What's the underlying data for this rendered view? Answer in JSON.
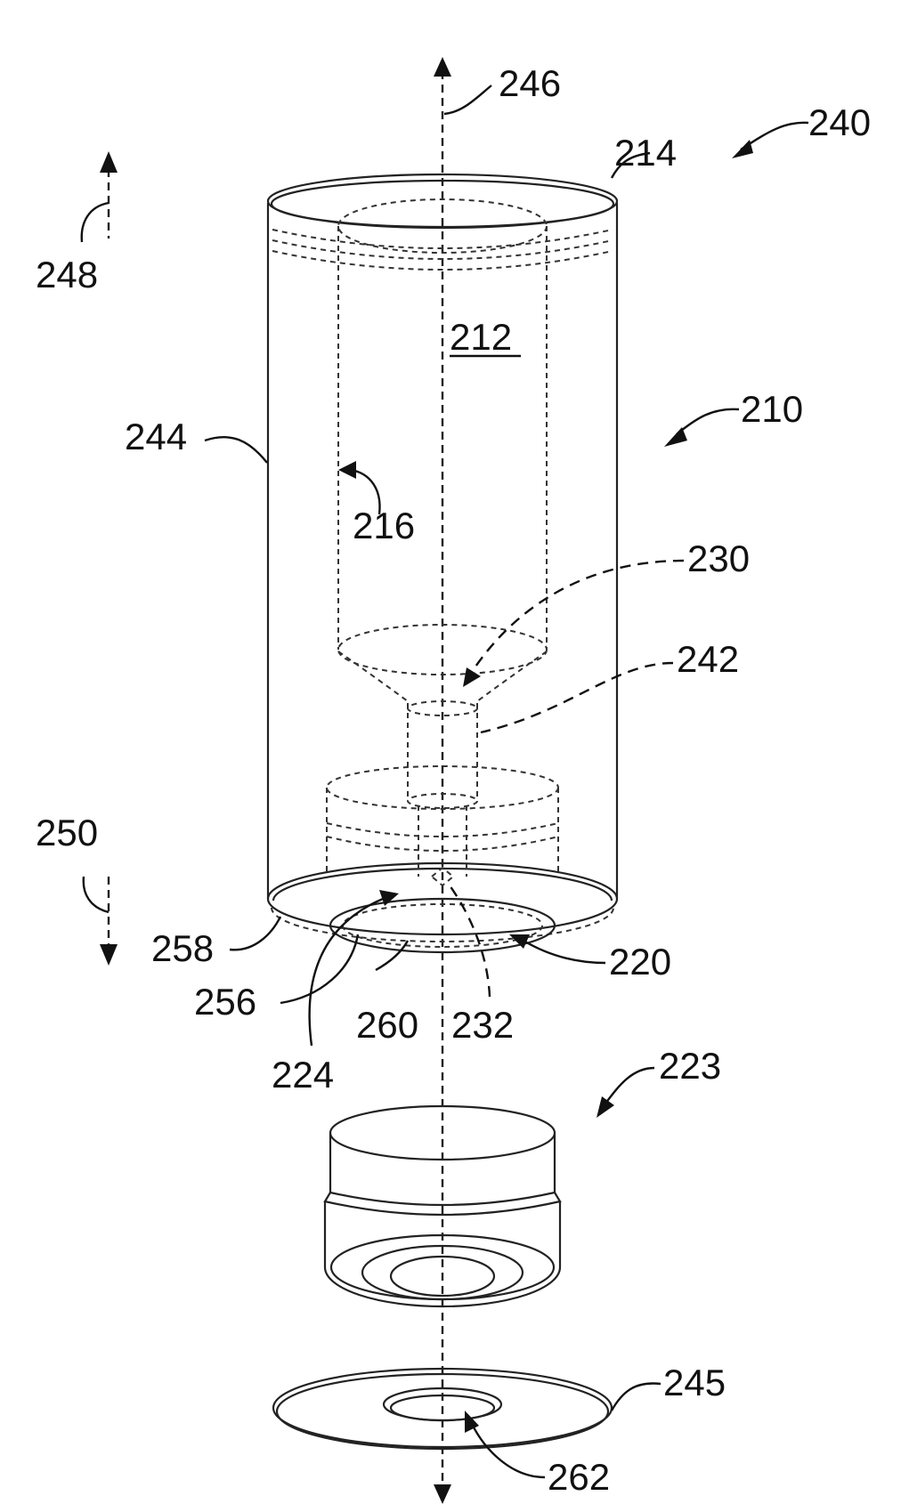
{
  "figure": {
    "reference_numerals": {
      "r246": "246",
      "r240": "240",
      "r214": "214",
      "r248": "248",
      "r212": "212",
      "r210": "210",
      "r244": "244",
      "r216": "216",
      "r230": "230",
      "r242": "242",
      "r250": "250",
      "r258": "258",
      "r220": "220",
      "r256": "256",
      "r260": "260",
      "r232": "232",
      "r224": "224",
      "r223": "223",
      "r245": "245",
      "r262": "262"
    },
    "underlined_numerals": [
      "212"
    ],
    "colors": {
      "line": "#222222",
      "background": "#ffffff"
    }
  }
}
